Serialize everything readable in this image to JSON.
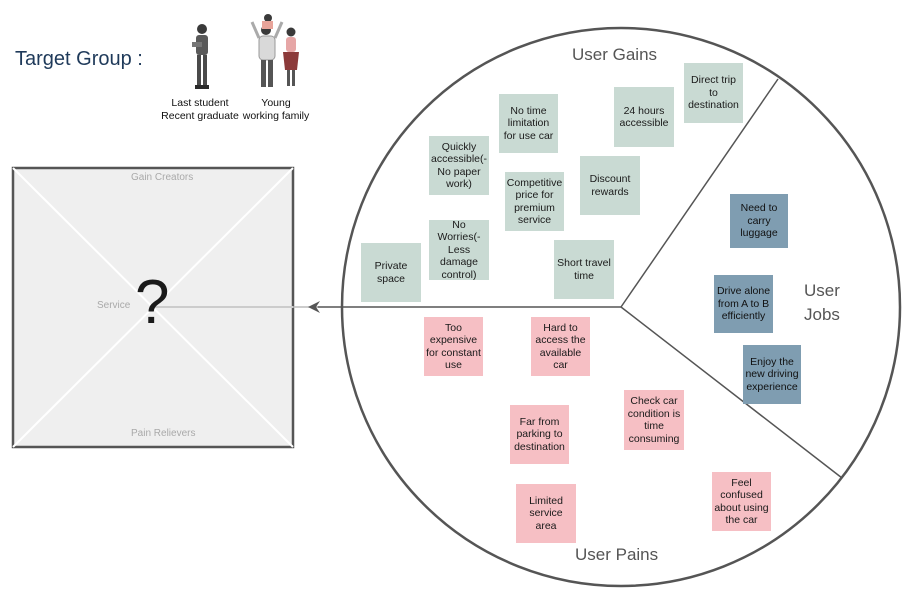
{
  "header": {
    "target_group_label": "Target Group :"
  },
  "personas": [
    {
      "icon": "student-person-icon",
      "label_lines": [
        "Last student",
        "Recent graduate"
      ]
    },
    {
      "icon": "family-people-icon",
      "label_lines": [
        "Young",
        "working family"
      ]
    }
  ],
  "value_map": {
    "gain_creators_label": "Gain Creators",
    "service_label": "Service",
    "pain_relievers_label": "Pain Relievers",
    "unknown_mark": "?"
  },
  "customer_profile": {
    "user_gains_label": "User Gains",
    "user_pains_label": "User Pains",
    "user_jobs_label_lines": [
      "User",
      "Jobs"
    ],
    "gains": [
      "Direct trip to destination",
      "24 hours accessible",
      "No time limitation for use car",
      "Quickly accessible(- No paper work)",
      "Discount rewards",
      "Competitive price for premium service",
      "No Worries(- Less damage control)",
      "Private space",
      "Short travel time"
    ],
    "jobs": [
      "Need to carry luggage",
      "Drive alone from A to B efficiently",
      "Enjoy the new driving experience"
    ],
    "pains": [
      "Too expensive for constant use",
      "Hard to access the available car",
      "Far from parking to destination",
      "Check car condition is time consuming",
      "Limited service area",
      "Feel confused about using the car"
    ]
  },
  "colors": {
    "gain_note": "#c9dad3",
    "pain_note": "#f6bfc4",
    "job_note": "#7f9db1",
    "title_text": "#1f3a5a",
    "outline": "#555555"
  }
}
